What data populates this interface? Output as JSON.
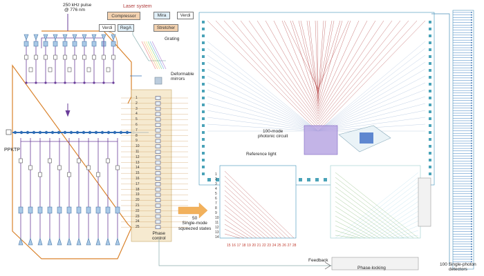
{
  "laser": {
    "pulse_label": "250 kHz pulse",
    "wavelength_label": "@ 776 nm",
    "system_label": "Laser system",
    "compressor": "Compressor",
    "rega": "RegA",
    "verdi_left": "Verdi",
    "mira": "Mira",
    "verdi_right": "Verdi",
    "stretcher": "Stretcher",
    "grating": "Grating"
  },
  "labels": {
    "deformable_mirrors": "Deformable\nmirrors",
    "ppktp": "PPKTP",
    "photonic_circuit": "100-mode\nphotonic circuit",
    "reference_light": "Reference light",
    "phase_control": "Phase\ncontrol",
    "squeezed_states": "50\nSingle-mode\nsqueezed states",
    "feedback": "Feedback",
    "phase_locking": "Phase-locking",
    "detectors": "100 Single-photon\ndetectors"
  },
  "channels_left": [
    "1",
    "2",
    "3",
    "4",
    "5",
    "6",
    "7",
    "8",
    "9",
    "10",
    "11",
    "12",
    "13",
    "14",
    "15",
    "16",
    "17",
    "18",
    "19",
    "20",
    "21",
    "22",
    "23",
    "24",
    "25"
  ],
  "inset_left_numbers": [
    "1",
    "2",
    "3",
    "4",
    "5",
    "6",
    "7",
    "8",
    "9",
    "10",
    "11",
    "12",
    "13",
    "14"
  ],
  "inset_bottom_numbers": [
    "15",
    "16",
    "17",
    "18",
    "19",
    "20",
    "21",
    "22",
    "23",
    "24",
    "25",
    "26",
    "27",
    "28"
  ],
  "colors": {
    "orange": "#d9822b",
    "purple": "#6a3d9a",
    "blue": "#2f6db5",
    "teal": "#4aa3b8",
    "red": "#b03a3a",
    "green": "#7ab26a",
    "phase_panel": "#f5e6c8"
  }
}
